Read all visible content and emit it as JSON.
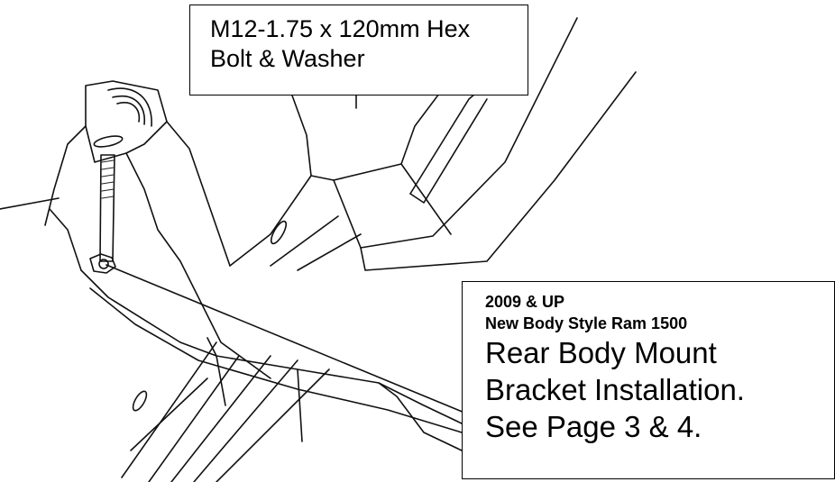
{
  "callouts": {
    "bolt": {
      "line1": "M12-1.75 x 120mm Hex",
      "line2": "Bolt & Washer"
    },
    "mount": {
      "year": "2009 & UP",
      "model": "New Body Style Ram 1500",
      "line1": "Rear Body Mount",
      "line2": "Bracket Installation.",
      "line3": "See Page 3 & 4."
    }
  },
  "colors": {
    "ink": "#000000",
    "background": "#ffffff"
  }
}
